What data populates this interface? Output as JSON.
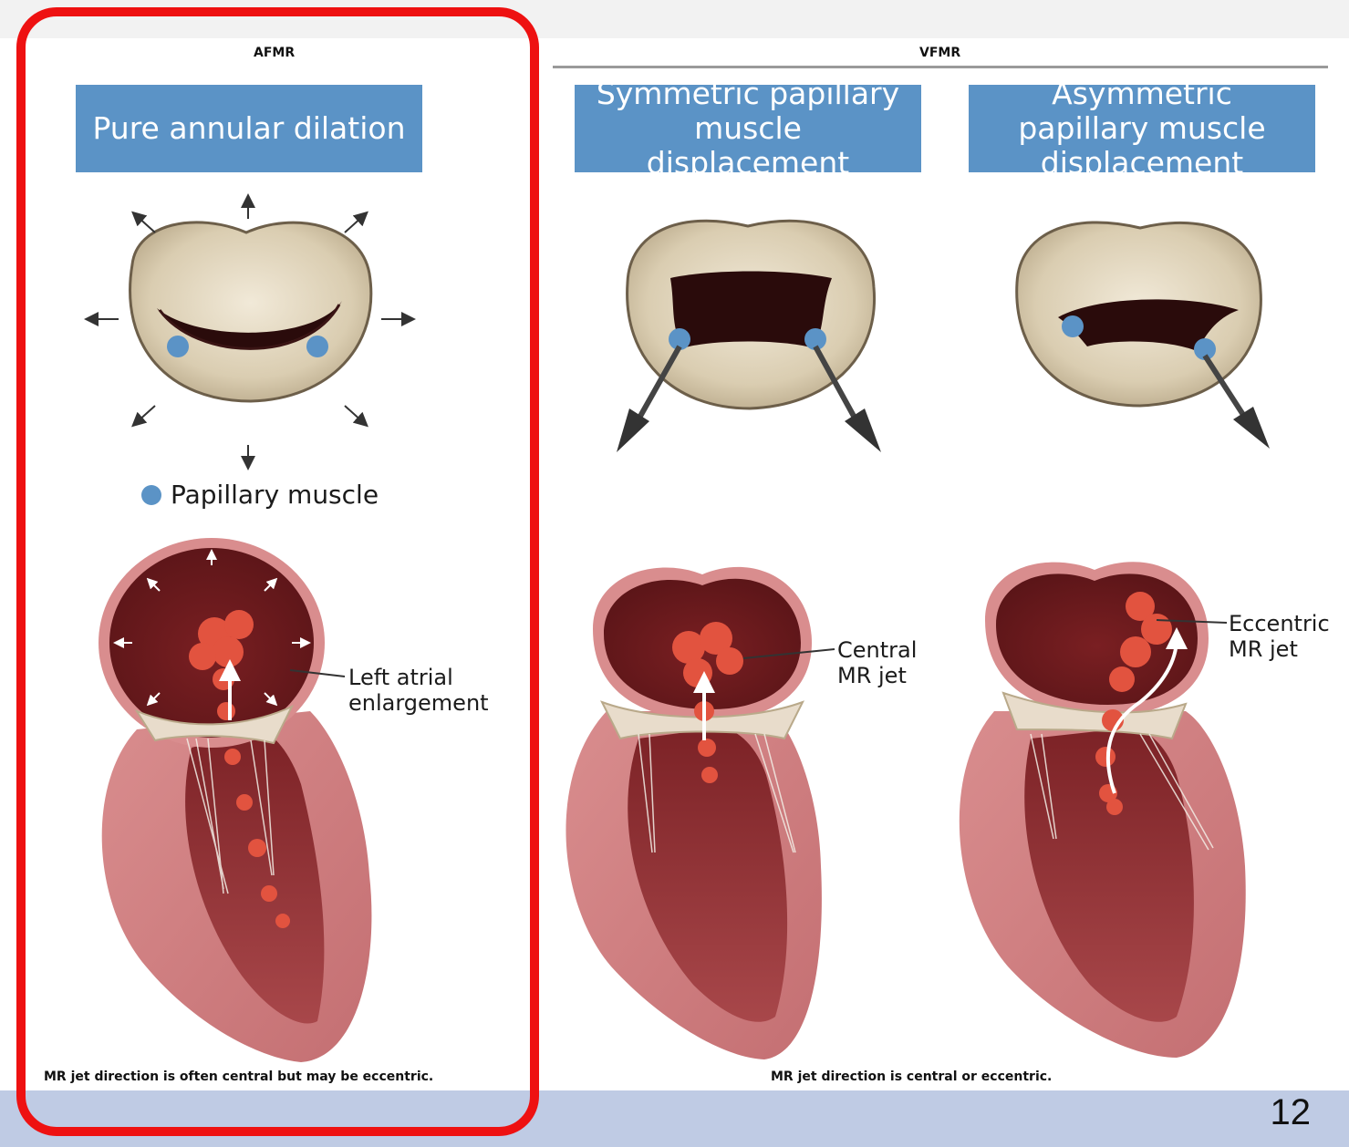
{
  "slide": {
    "page_number": "12"
  },
  "afmr": {
    "title": "AFMR",
    "box_label": "Pure annular dilation",
    "legend": "Papillary muscle",
    "annotation": "Left atrial enlargement",
    "caption": "MR jet direction is often central but may be eccentric."
  },
  "vfmr": {
    "title": "VFMR",
    "symmetric_box": "Symmetric papillary muscle displacement",
    "asymmetric_box": "Asymmetric papillary muscle displacement",
    "central_jet_label": "Central MR jet",
    "eccentric_jet_label": "Eccentric MR jet",
    "caption": "MR jet direction is central or eccentric."
  },
  "colors": {
    "box_blue": "#5b93c6",
    "highlight_red": "#ee1111",
    "footer_band": "#bfcbe4",
    "papillary_dot": "#5b93c6"
  }
}
